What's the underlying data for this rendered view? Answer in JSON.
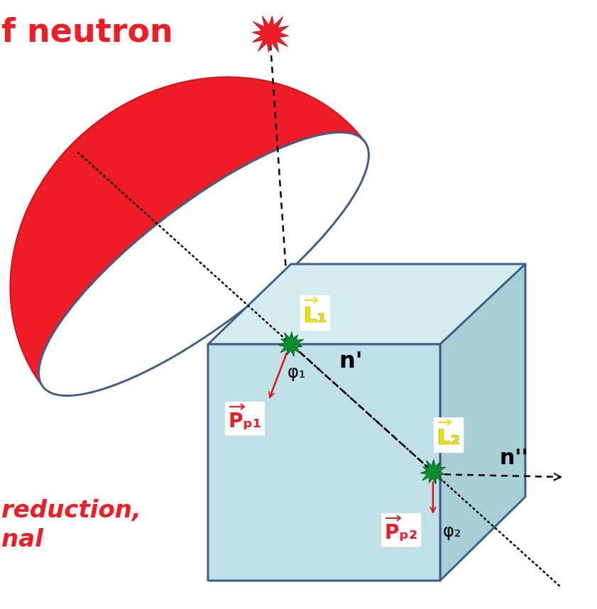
{
  "diagram": {
    "labels": [
      "f neutron",
      "L₁",
      "Pₚ₁",
      "φ₁",
      "n'",
      "L₂",
      "n''",
      "Pₚ₂",
      "φ₂",
      "reduction,",
      "nal"
    ]
  }
}
